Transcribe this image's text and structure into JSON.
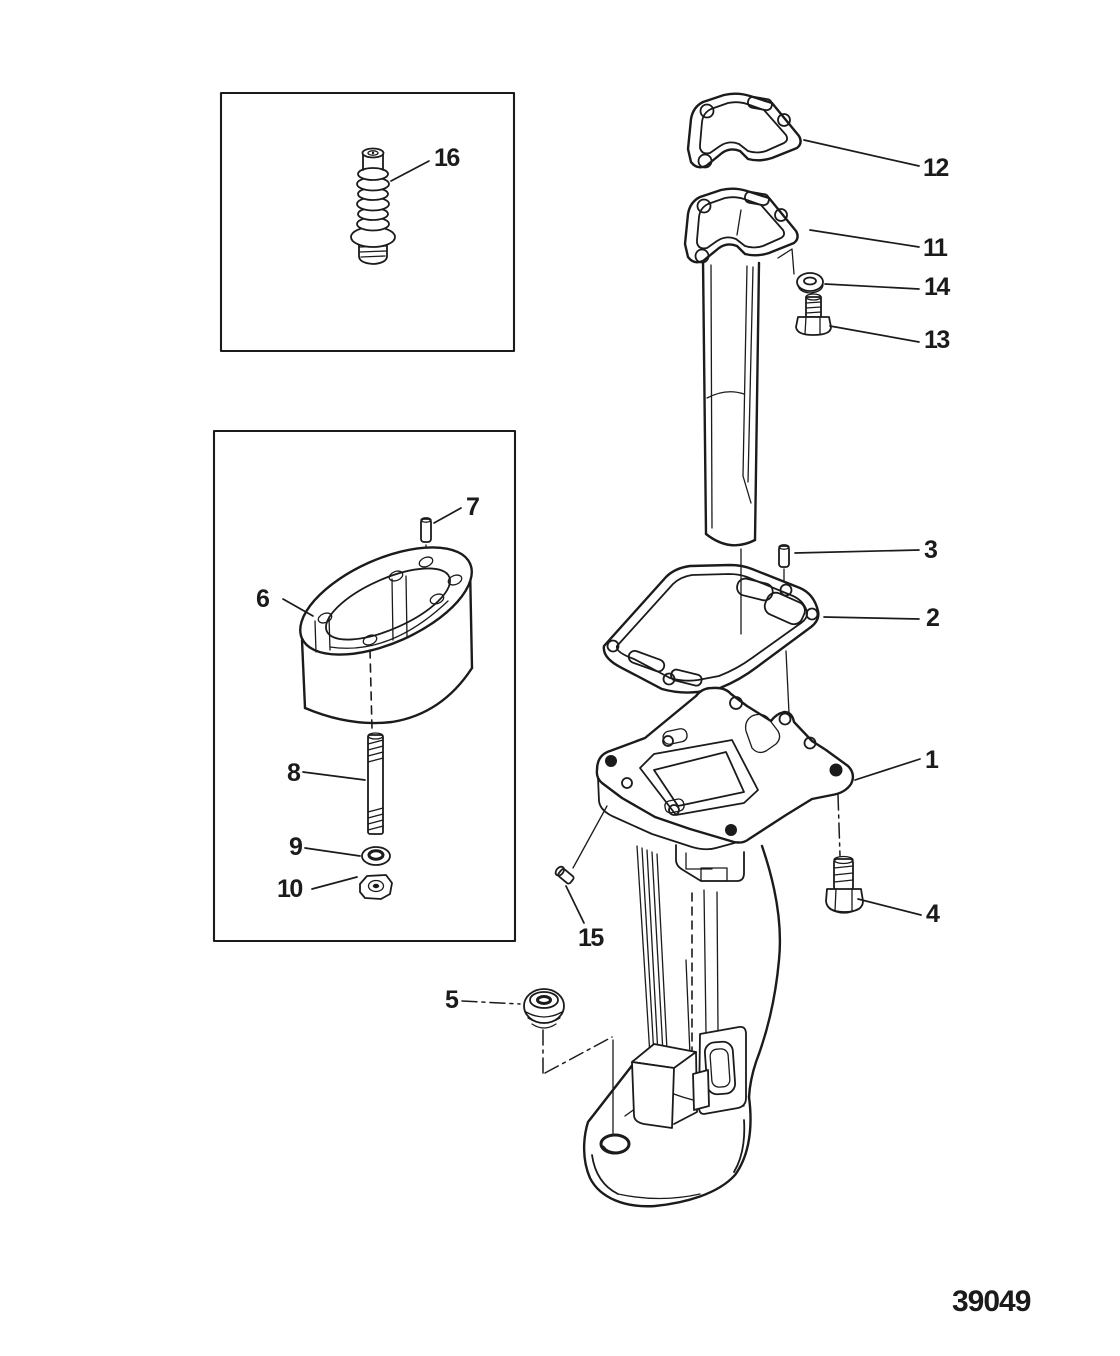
{
  "figure": {
    "number": "39049"
  },
  "colors": {
    "ink": "#1b1b1b",
    "paper": "#ffffff"
  },
  "callouts": {
    "c1": "1",
    "c2": "2",
    "c3": "3",
    "c4": "4",
    "c5": "5",
    "c6": "6",
    "c7": "7",
    "c8": "8",
    "c9": "9",
    "c10": "10",
    "c11": "11",
    "c12": "12",
    "c13": "13",
    "c14": "14",
    "c15": "15",
    "c16": "16"
  }
}
